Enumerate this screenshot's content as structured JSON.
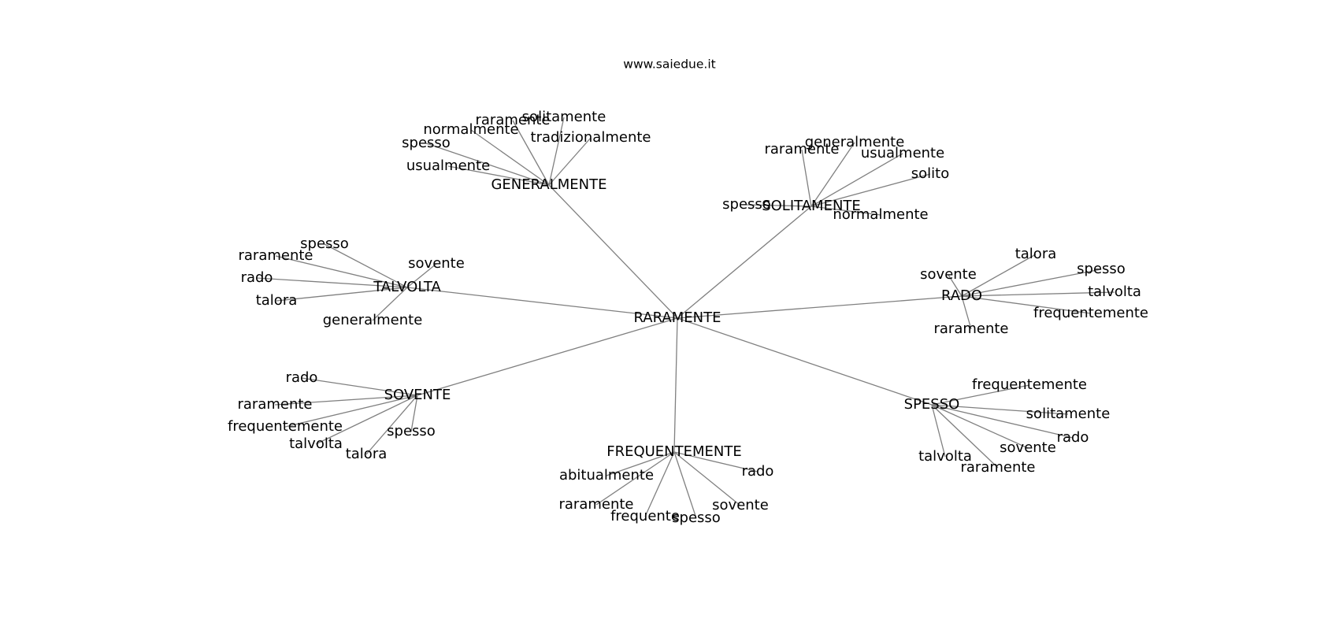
{
  "site": {
    "title": "www.saiedue.it"
  },
  "graph": {
    "center": {
      "id": "raramente-center",
      "label": "RARAMENTE"
    },
    "hubs": [
      {
        "id": "generalmente",
        "label": "GENERALMENTE",
        "leaves": [
          {
            "id": "g-raramente",
            "label": "raramente"
          },
          {
            "id": "g-solitamente",
            "label": "solitamente"
          },
          {
            "id": "g-normalmente",
            "label": "normalmente"
          },
          {
            "id": "g-tradizionalmente",
            "label": "tradizionalmente"
          },
          {
            "id": "g-spesso",
            "label": "spesso"
          },
          {
            "id": "g-usualmente",
            "label": "usualmente"
          }
        ]
      },
      {
        "id": "solitamente",
        "label": "SOLITAMENTE",
        "leaves": [
          {
            "id": "s-generalmente",
            "label": "generalmente"
          },
          {
            "id": "s-raramente",
            "label": "raramente"
          },
          {
            "id": "s-usualmente",
            "label": "usualmente"
          },
          {
            "id": "s-solito",
            "label": "solito"
          },
          {
            "id": "s-spesso",
            "label": "spesso"
          },
          {
            "id": "s-normalmente",
            "label": "normalmente"
          }
        ]
      },
      {
        "id": "talvolta",
        "label": "TALVOLTA",
        "leaves": [
          {
            "id": "t-spesso",
            "label": "spesso"
          },
          {
            "id": "t-raramente",
            "label": "raramente"
          },
          {
            "id": "t-sovente",
            "label": "sovente"
          },
          {
            "id": "t-rado",
            "label": "rado"
          },
          {
            "id": "t-talora",
            "label": "talora"
          },
          {
            "id": "t-generalmente",
            "label": "generalmente"
          }
        ]
      },
      {
        "id": "rado",
        "label": "RADO",
        "leaves": [
          {
            "id": "r-talora",
            "label": "talora"
          },
          {
            "id": "r-spesso",
            "label": "spesso"
          },
          {
            "id": "r-sovente",
            "label": "sovente"
          },
          {
            "id": "r-talvolta",
            "label": "talvolta"
          },
          {
            "id": "r-frequentemente",
            "label": "frequentemente"
          },
          {
            "id": "r-raramente",
            "label": "raramente"
          }
        ]
      },
      {
        "id": "sovente",
        "label": "SOVENTE",
        "leaves": [
          {
            "id": "v-rado",
            "label": "rado"
          },
          {
            "id": "v-raramente",
            "label": "raramente"
          },
          {
            "id": "v-frequentemente",
            "label": "frequentemente"
          },
          {
            "id": "v-spesso",
            "label": "spesso"
          },
          {
            "id": "v-talvolta",
            "label": "talvolta"
          },
          {
            "id": "v-talora",
            "label": "talora"
          }
        ]
      },
      {
        "id": "spesso",
        "label": "SPESSO",
        "leaves": [
          {
            "id": "p-frequentemente",
            "label": "frequentemente"
          },
          {
            "id": "p-solitamente",
            "label": "solitamente"
          },
          {
            "id": "p-rado",
            "label": "rado"
          },
          {
            "id": "p-sovente",
            "label": "sovente"
          },
          {
            "id": "p-talvolta",
            "label": "talvolta"
          },
          {
            "id": "p-raramente",
            "label": "raramente"
          }
        ]
      },
      {
        "id": "frequentemente",
        "label": "FREQUENTEMENTE",
        "leaves": [
          {
            "id": "f-abitualmente",
            "label": "abitualmente"
          },
          {
            "id": "f-rado",
            "label": "rado"
          },
          {
            "id": "f-raramente",
            "label": "raramente"
          },
          {
            "id": "f-frequente",
            "label": "frequente"
          },
          {
            "id": "f-spesso",
            "label": "spesso"
          },
          {
            "id": "f-sovente",
            "label": "sovente"
          }
        ]
      }
    ]
  }
}
